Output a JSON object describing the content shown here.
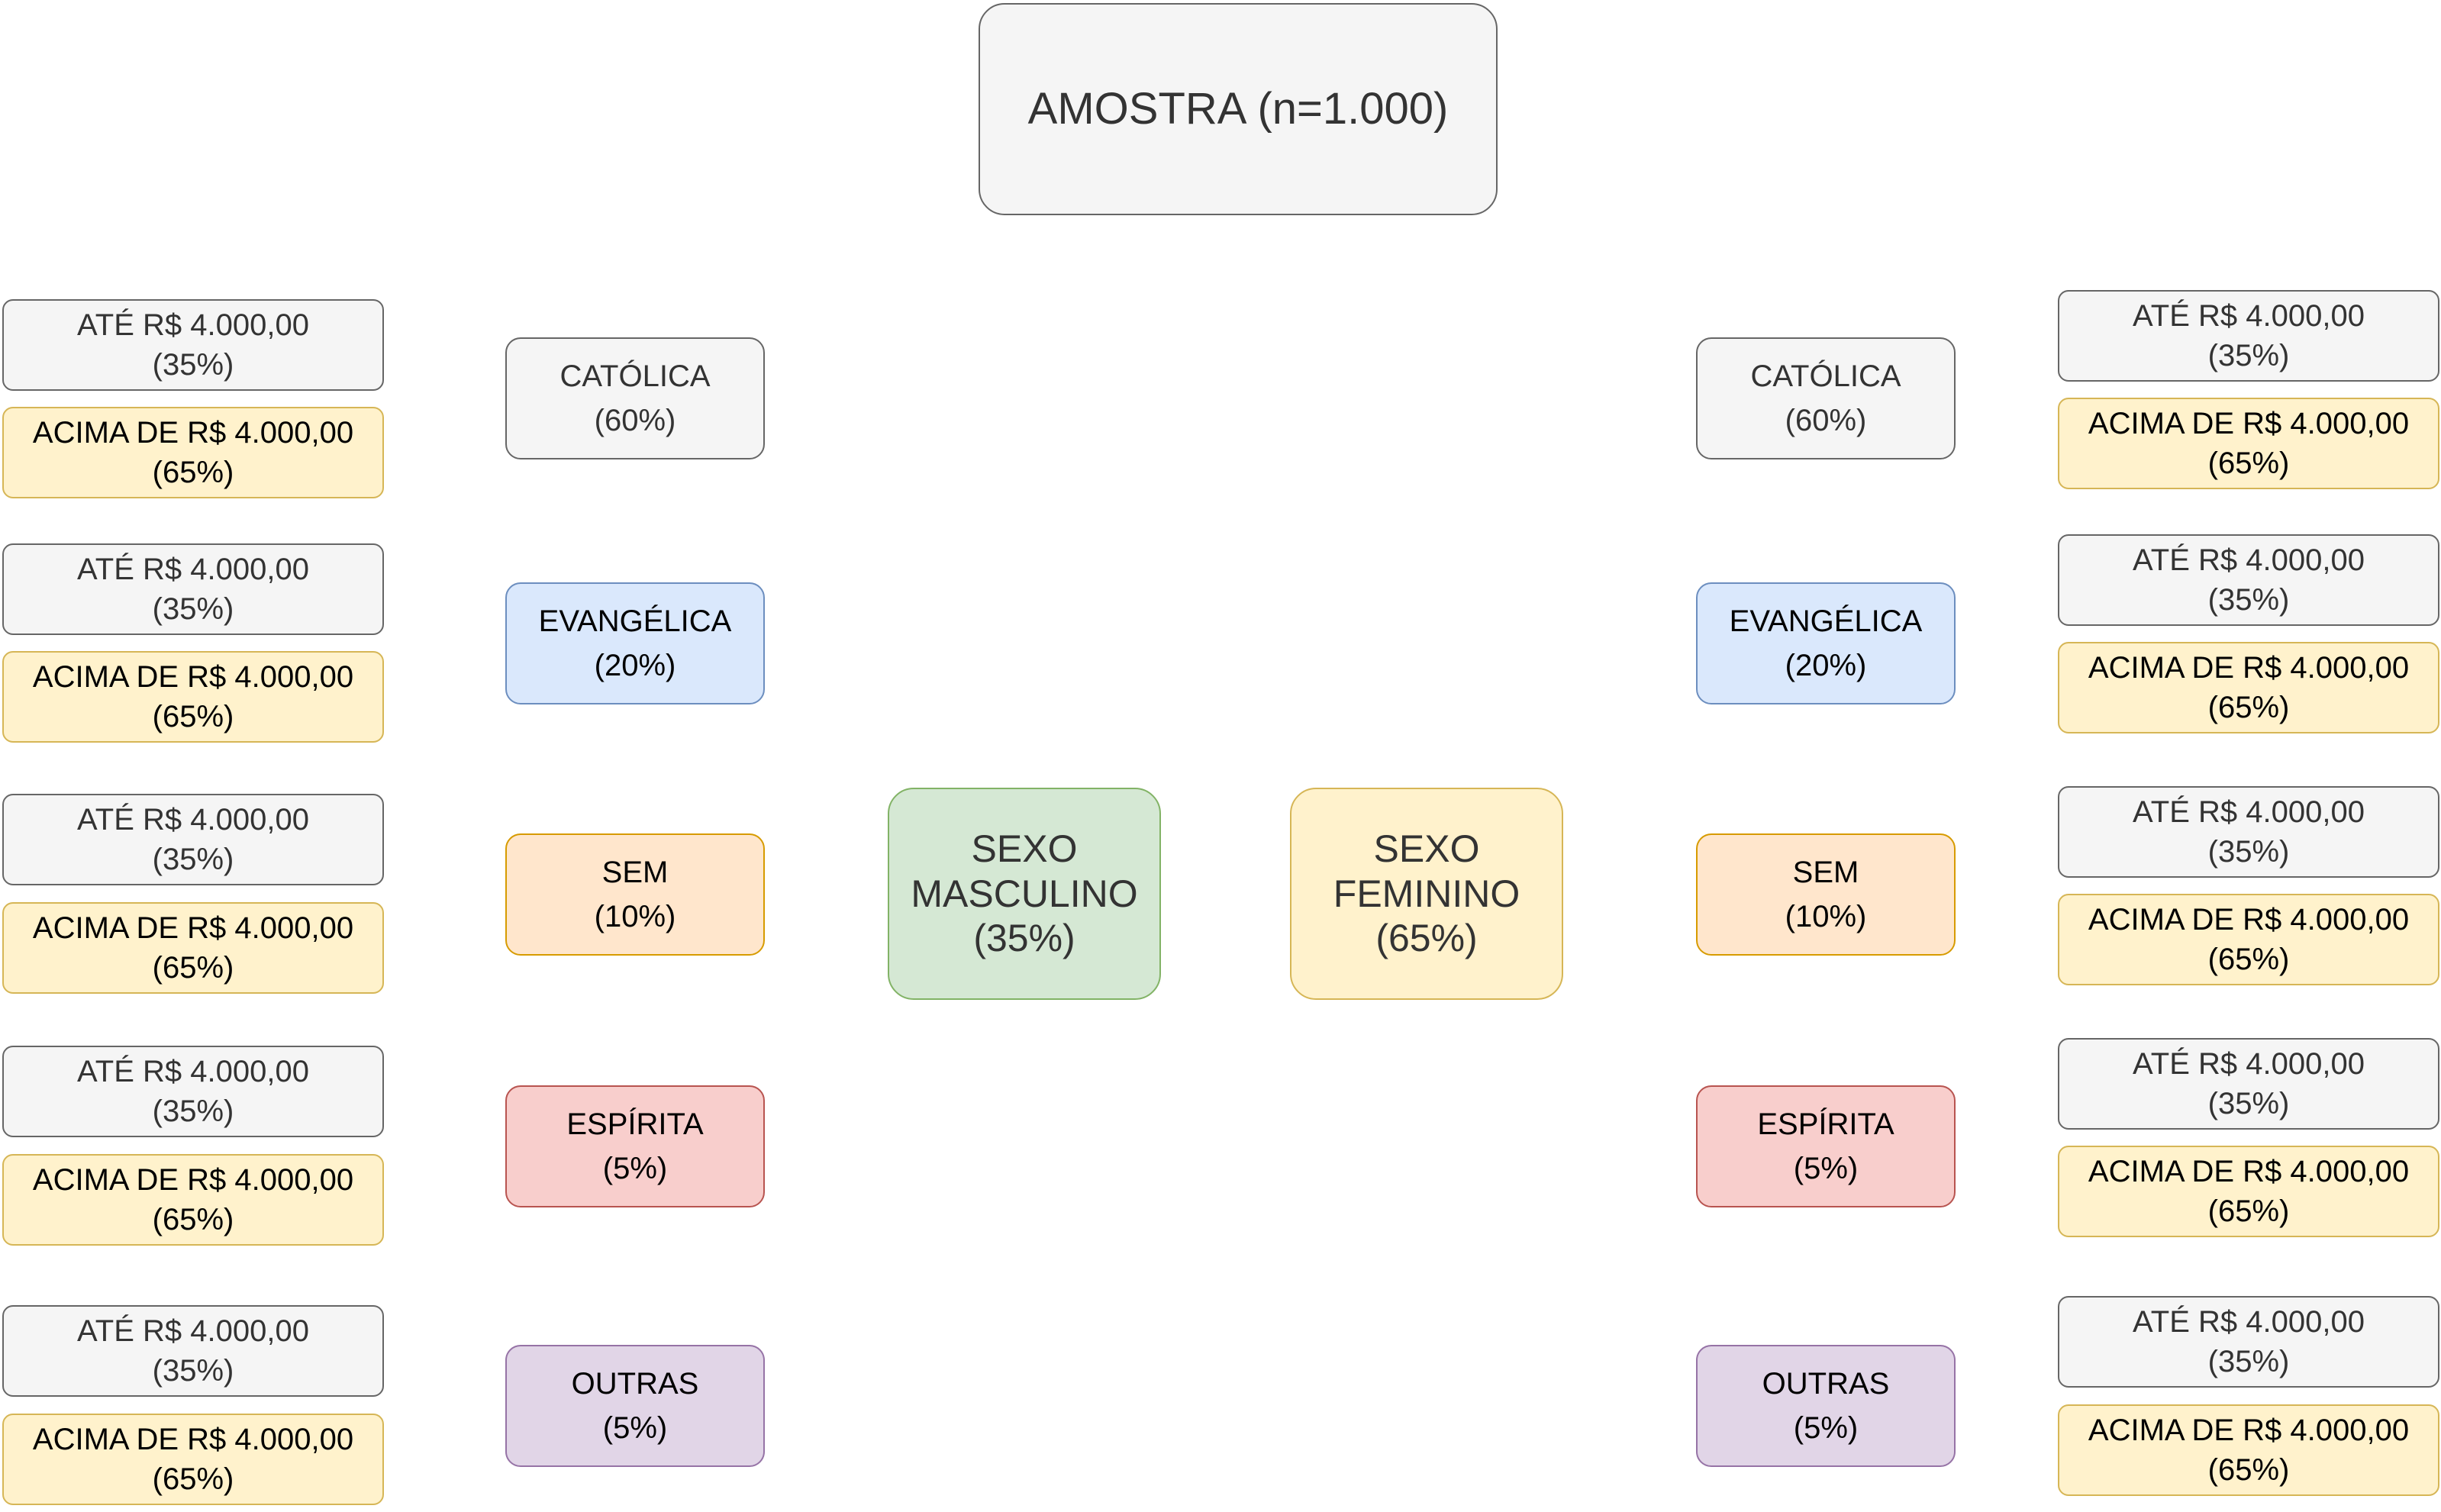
{
  "root": {
    "label": "AMOSTRA",
    "count": "(n=1.000)"
  },
  "male": {
    "line1": "SEXO",
    "line2": "MASCULINO",
    "pct": "(35%)",
    "religions": [
      {
        "label": "CATÓLICA",
        "pct": "(60%)",
        "color": "#f5f5f5"
      },
      {
        "label": "EVANGÉLICA",
        "pct": "(20%)",
        "color": "#dae8fc"
      },
      {
        "label": "SEM",
        "pct": "(10%)",
        "color": "#ffe6cc"
      },
      {
        "label": "ESPÍRITA",
        "pct": "(5%)",
        "color": "#f8cecc"
      },
      {
        "label": "OUTRAS",
        "pct": "(5%)",
        "color": "#e1d5e7"
      }
    ],
    "income": [
      {
        "low": {
          "label": "ATÉ R$ 4.000,00",
          "pct": "(35%)"
        },
        "high": {
          "label": "ACIMA DE R$ 4.000,00",
          "pct": "(65%)"
        }
      },
      {
        "low": {
          "label": "ATÉ R$ 4.000,00",
          "pct": "(35%)"
        },
        "high": {
          "label": "ACIMA DE R$ 4.000,00",
          "pct": "(65%)"
        }
      },
      {
        "low": {
          "label": "ATÉ R$ 4.000,00",
          "pct": "(35%)"
        },
        "high": {
          "label": "ACIMA DE R$ 4.000,00",
          "pct": "(65%)"
        }
      },
      {
        "low": {
          "label": "ATÉ R$ 4.000,00",
          "pct": "(35%)"
        },
        "high": {
          "label": "ACIMA DE R$ 4.000,00",
          "pct": "(65%)"
        }
      },
      {
        "low": {
          "label": "ATÉ R$ 4.000,00",
          "pct": "(35%)"
        },
        "high": {
          "label": "ACIMA DE R$ 4.000,00",
          "pct": "(65%)"
        }
      }
    ]
  },
  "female": {
    "line1": "SEXO",
    "line2": "FEMININO",
    "pct": "(65%)",
    "religions": [
      {
        "label": "CATÓLICA",
        "pct": "(60%)",
        "color": "#f5f5f5"
      },
      {
        "label": "EVANGÉLICA",
        "pct": "(20%)",
        "color": "#dae8fc"
      },
      {
        "label": "SEM",
        "pct": "(10%)",
        "color": "#ffe6cc"
      },
      {
        "label": "ESPÍRITA",
        "pct": "(5%)",
        "color": "#f8cecc"
      },
      {
        "label": "OUTRAS",
        "pct": "(5%)",
        "color": "#e1d5e7"
      }
    ],
    "income": [
      {
        "low": {
          "label": "ATÉ R$ 4.000,00",
          "pct": "(35%)"
        },
        "high": {
          "label": "ACIMA DE R$ 4.000,00",
          "pct": "(65%)"
        }
      },
      {
        "low": {
          "label": "ATÉ R$ 4.000,00",
          "pct": "(35%)"
        },
        "high": {
          "label": "ACIMA DE R$ 4.000,00",
          "pct": "(65%)"
        }
      },
      {
        "low": {
          "label": "ATÉ R$ 4.000,00",
          "pct": "(35%)"
        },
        "high": {
          "label": "ACIMA DE R$ 4.000,00",
          "pct": "(65%)"
        }
      },
      {
        "low": {
          "label": "ATÉ R$ 4.000,00",
          "pct": "(35%)"
        },
        "high": {
          "label": "ACIMA DE R$ 4.000,00",
          "pct": "(65%)"
        }
      },
      {
        "low": {
          "label": "ATÉ R$ 4.000,00",
          "pct": "(35%)"
        },
        "high": {
          "label": "ACIMA DE R$ 4.000,00",
          "pct": "(65%)"
        }
      }
    ]
  }
}
